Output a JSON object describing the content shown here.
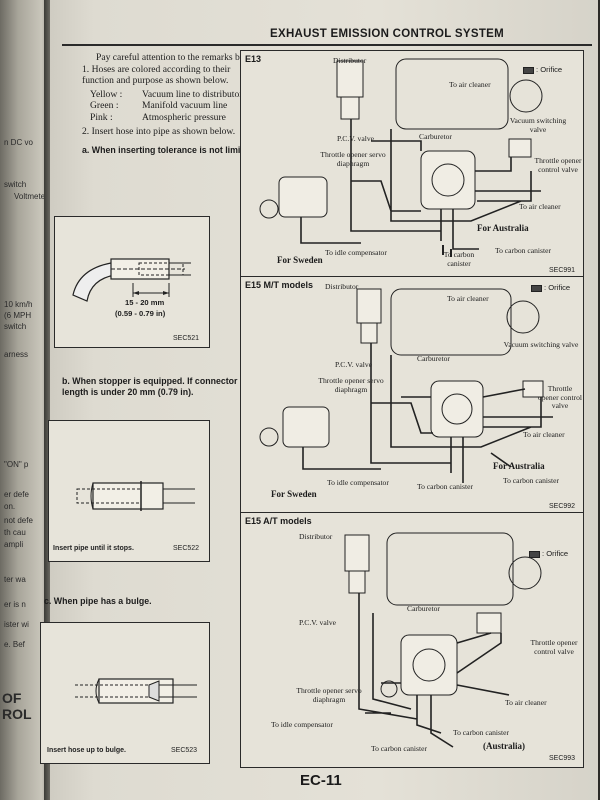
{
  "header": {
    "title": "EXHAUST EMISSION CONTROL SYSTEM"
  },
  "intro": {
    "para1": "Pay careful attention to the remarks below.",
    "item1": "1.  Hoses are colored according to their function and purpose as shown below.",
    "colors": [
      {
        "color": "Yellow :",
        "desc": "Vacuum line to distributor"
      },
      {
        "color": "Green  :",
        "desc": "Manifold vacuum line"
      },
      {
        "color": "Pink   :",
        "desc": "Atmospheric pressure"
      }
    ],
    "item2": "2.  Insert hose into pipe as shown below."
  },
  "figA": {
    "heading": "a.  When inserting tolerance is not limited.",
    "dim": "15 - 20 mm",
    "dim_in": "(0.59 - 0.79 in)",
    "code": "SEC521"
  },
  "figB": {
    "heading": "b.  When stopper is equipped. If connector length is under 20 mm (0.79 in).",
    "caption": "Insert pipe until it stops.",
    "code": "SEC522"
  },
  "figC": {
    "heading": "c.  When pipe has a bulge.",
    "caption": "Insert hose up to bulge.",
    "code": "SEC523"
  },
  "panel1": {
    "title": "E13",
    "orifice": ": Orifice",
    "labels": {
      "distributor": "Distributor",
      "air_cleaner": "To air cleaner",
      "vsv": "Vacuum switching valve",
      "pcv": "P.C.V. valve",
      "carb": "Carburetor",
      "servo": "Throttle opener servo diaphragm",
      "tocv": "Throttle opener control valve",
      "air_cleaner2": "To air cleaner",
      "australia": "For Australia",
      "carbon1": "To carbon canister",
      "idle": "To idle compensator",
      "carbon2": "To carbon canister",
      "sweden": "For Sweden"
    },
    "code": "SEC991"
  },
  "panel2": {
    "title": "E15 M/T models",
    "orifice": ": Orifice",
    "labels": {
      "distributor": "Distributor",
      "air_cleaner": "To air cleaner",
      "vsv": "Vacuum switching valve",
      "pcv": "P.C.V. valve",
      "carb": "Carburetor",
      "servo": "Throttle opener servo diaphragm",
      "tocv": "Throttle opener control valve",
      "air_cleaner2": "To air cleaner",
      "australia": "For Australia",
      "idle": "To idle compensator",
      "carbon1": "To carbon canister",
      "carbon2": "To carbon canister",
      "sweden": "For Sweden"
    },
    "code": "SEC992"
  },
  "panel3": {
    "title": "E15 A/T models",
    "orifice": ": Orifice",
    "labels": {
      "distributor": "Distributor",
      "pcv": "P.C.V. valve",
      "carb": "Carburetor",
      "tocv": "Throttle opener control valve",
      "servo": "Throttle opener servo diaphragm",
      "air_cleaner": "To air cleaner",
      "idle": "To idle compensator",
      "carbon1": "To carbon canister",
      "carbon2": "To carbon canister",
      "australia": "(Australia)"
    },
    "code": "SEC993"
  },
  "page_number": "EC-11",
  "left_fragments": [
    "n DC vo",
    "switch",
    "Voltmete",
    "10 km/h",
    "(6 MPH",
    "switch",
    "arness",
    "\"ON\" p",
    "er defe",
    "on.",
    "not defe",
    "th cau",
    "ampli",
    "ter wa",
    "er is n",
    "ister wi",
    "e. Bef",
    "OF",
    "ROL"
  ]
}
